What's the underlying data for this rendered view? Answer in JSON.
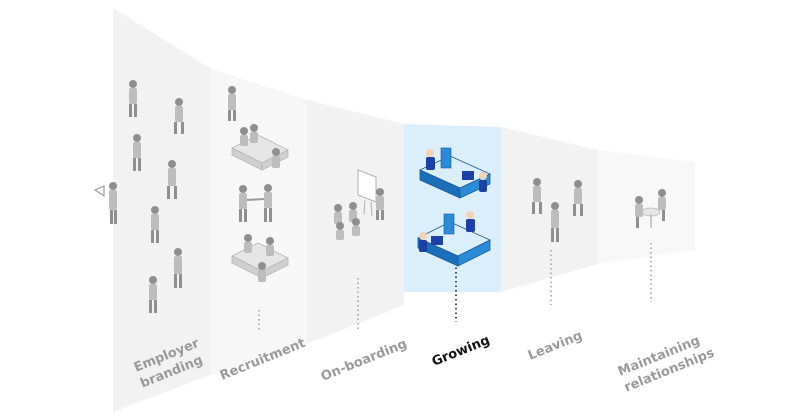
{
  "stages": [
    {
      "id": "employer-branding",
      "lines": [
        "Employer",
        "branding"
      ],
      "active": false
    },
    {
      "id": "recruitment",
      "lines": [
        "Recruitment"
      ],
      "active": false
    },
    {
      "id": "on-boarding",
      "lines": [
        "On-boarding"
      ],
      "active": false
    },
    {
      "id": "growing",
      "lines": [
        "Growing"
      ],
      "active": true
    },
    {
      "id": "leaving",
      "lines": [
        "Leaving"
      ],
      "active": false
    },
    {
      "id": "maintaining-relationships",
      "lines": [
        "Maintaining",
        "relationships"
      ],
      "active": false
    }
  ],
  "colors": {
    "panel_gray": "#f4f4f4",
    "panel_gray_alt": "#f8f8f8",
    "highlight_panel": "#dbeefc",
    "highlight_desk": "#2a8bd6",
    "label_inactive": "#9a9a9a",
    "label_active": "#111111",
    "connector": "#8a8a8a"
  }
}
